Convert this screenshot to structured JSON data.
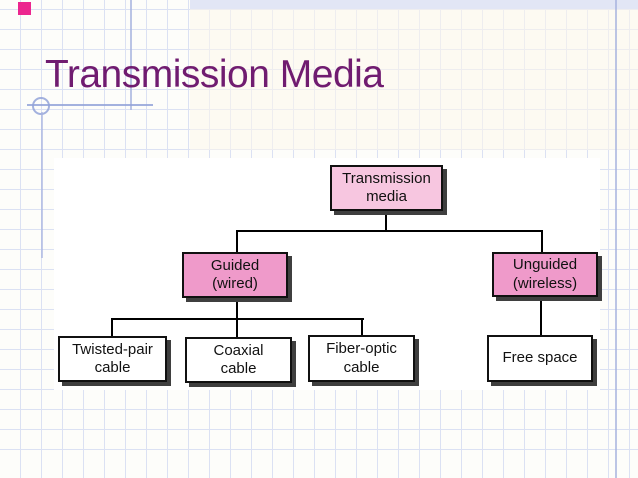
{
  "slide": {
    "title": "Transmission Media",
    "title_color": "#701C70",
    "background": {
      "base_color": "#FDFDFA",
      "grid_line_color": "#DBE1F3",
      "top_band_color": "#E2E6F5",
      "accent_line_color": "#A5B1DE",
      "bullet_square_color": "#EC268F",
      "decor_line_color": "#93A3D8"
    }
  },
  "diagram": {
    "type": "tree",
    "panel_color": "#FFFFFF",
    "border_color": "#111111",
    "shadow_color": "#3F3F3F",
    "connector_color": "#000000",
    "nodes": [
      {
        "id": "transmission-media",
        "line1": "Transmission",
        "line2": "media",
        "fill": "#F7C6E0"
      },
      {
        "id": "guided",
        "line1": "Guided",
        "line2": "(wired)",
        "fill": "#EF9ACA"
      },
      {
        "id": "unguided",
        "line1": "Unguided",
        "line2": "(wireless)",
        "fill": "#EF9ACA"
      },
      {
        "id": "twisted-pair",
        "line1": "Twisted-pair",
        "line2": "cable",
        "fill": "#FFFFFF"
      },
      {
        "id": "coaxial",
        "line1": "Coaxial",
        "line2": "cable",
        "fill": "#FFFFFF"
      },
      {
        "id": "fiber-optic",
        "line1": "Fiber-optic",
        "line2": "cable",
        "fill": "#FFFFFF"
      },
      {
        "id": "free-space",
        "line1": "Free space",
        "line2": "",
        "fill": "#FFFFFF"
      }
    ],
    "edges": [
      [
        "transmission-media",
        "guided"
      ],
      [
        "transmission-media",
        "unguided"
      ],
      [
        "guided",
        "twisted-pair"
      ],
      [
        "guided",
        "coaxial"
      ],
      [
        "guided",
        "fiber-optic"
      ],
      [
        "unguided",
        "free-space"
      ]
    ]
  }
}
